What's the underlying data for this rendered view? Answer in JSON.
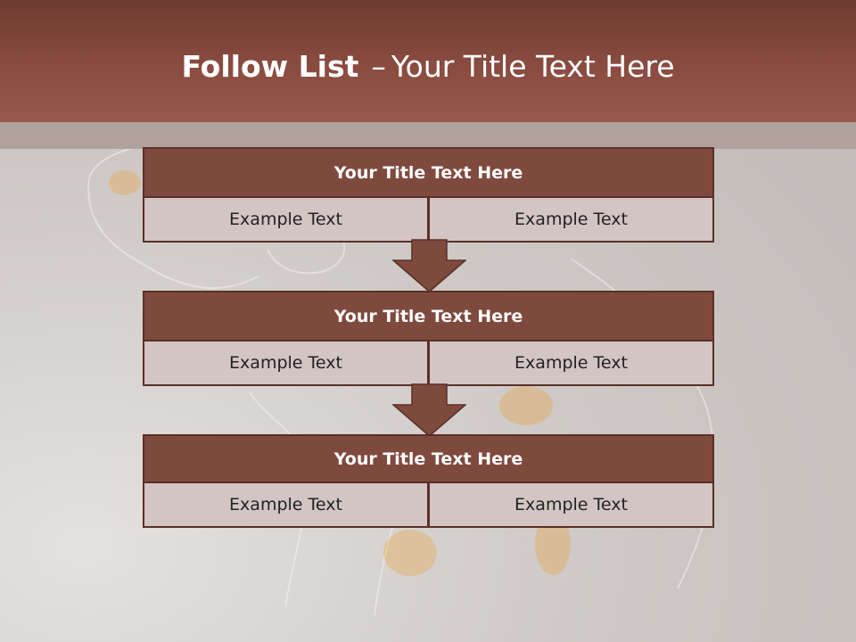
{
  "slide": {
    "title_bold": "Follow List",
    "title_dash": "–",
    "title_rest": "Your Title Text Here",
    "colors": {
      "header": "#8a4c40",
      "block_title": "#7f4a3e",
      "block_cell": "#d3c5c3",
      "border": "#5a2f27"
    }
  },
  "blocks": [
    {
      "title": "Your Title Text Here",
      "left": "Example Text",
      "right": "Example Text"
    },
    {
      "title": "Your Title Text Here",
      "left": "Example Text",
      "right": "Example Text"
    },
    {
      "title": "Your Title Text Here",
      "left": "Example Text",
      "right": "Example Text"
    }
  ],
  "arrows": {
    "icon": "down-arrow-icon"
  }
}
